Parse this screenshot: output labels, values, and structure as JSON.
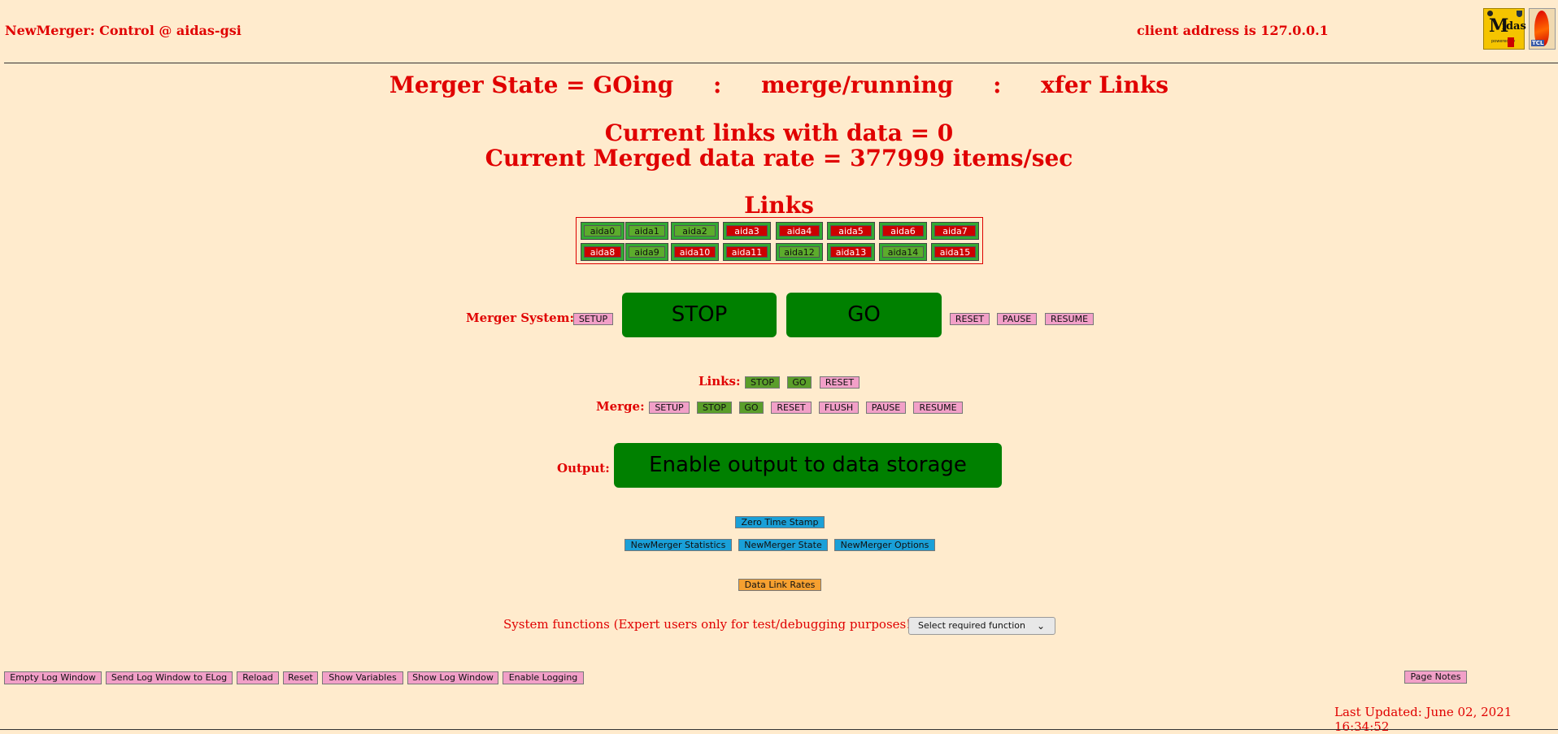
{
  "header": {
    "title": "NewMerger: Control @ aidas-gsi",
    "client_address": "client address is 127.0.0.1"
  },
  "logos": {
    "midas_text": "Midas",
    "tcl_text": "TCL"
  },
  "status": {
    "merger_state": "Merger State = GOing",
    "separator": ":",
    "merge_state": "merge/running",
    "xfer_state": "xfer Links",
    "links_with_data": "Current links with data = 0",
    "data_rate": "Current Merged data rate = 377999 items/sec"
  },
  "links": {
    "heading": "Links",
    "items": [
      {
        "label": "aida0",
        "ok": true
      },
      {
        "label": "aida1",
        "ok": true
      },
      {
        "label": "aida2",
        "ok": true
      },
      {
        "label": "aida3",
        "ok": false
      },
      {
        "label": "aida4",
        "ok": false
      },
      {
        "label": "aida5",
        "ok": false
      },
      {
        "label": "aida6",
        "ok": false
      },
      {
        "label": "aida7",
        "ok": false
      },
      {
        "label": "aida8",
        "ok": false
      },
      {
        "label": "aida9",
        "ok": true
      },
      {
        "label": "aida10",
        "ok": false
      },
      {
        "label": "aida11",
        "ok": false
      },
      {
        "label": "aida12",
        "ok": true
      },
      {
        "label": "aida13",
        "ok": false
      },
      {
        "label": "aida14",
        "ok": true
      },
      {
        "label": "aida15",
        "ok": false
      }
    ]
  },
  "merger_system": {
    "label": "Merger System:",
    "setup": "SETUP",
    "stop": "STOP",
    "go": "GO",
    "reset": "RESET",
    "pause": "PAUSE",
    "resume": "RESUME"
  },
  "links_controls": {
    "label": "Links:",
    "stop": "STOP",
    "go": "GO",
    "reset": "RESET"
  },
  "merge_controls": {
    "label": "Merge:",
    "setup": "SETUP",
    "stop": "STOP",
    "go": "GO",
    "reset": "RESET",
    "flush": "FLUSH",
    "pause": "PAUSE",
    "resume": "RESUME"
  },
  "output": {
    "label": "Output:",
    "button": "Enable output to data storage"
  },
  "tools": {
    "zero_time_stamp": "Zero Time Stamp",
    "statistics": "NewMerger Statistics",
    "state": "NewMerger State",
    "options": "NewMerger Options",
    "data_link_rates": "Data Link Rates"
  },
  "system_functions": {
    "label": "System functions (Expert users only for test/debugging purposes!!!)",
    "select_value": "Select required function"
  },
  "footer": {
    "empty_log": "Empty Log Window",
    "send_log": "Send Log Window to ELog",
    "reload": "Reload",
    "reset": "Reset",
    "show_variables": "Show Variables",
    "show_log": "Show Log Window",
    "enable_logging": "Enable Logging",
    "page_notes": "Page Notes",
    "last_updated": "Last Updated: June 02, 2021 16:34:52"
  },
  "colors": {
    "background": "#ffebcd",
    "text_red": "#e00000",
    "link_ok": "#5cac2c",
    "link_bad": "#cc0000",
    "big_button_green": "#008000"
  }
}
